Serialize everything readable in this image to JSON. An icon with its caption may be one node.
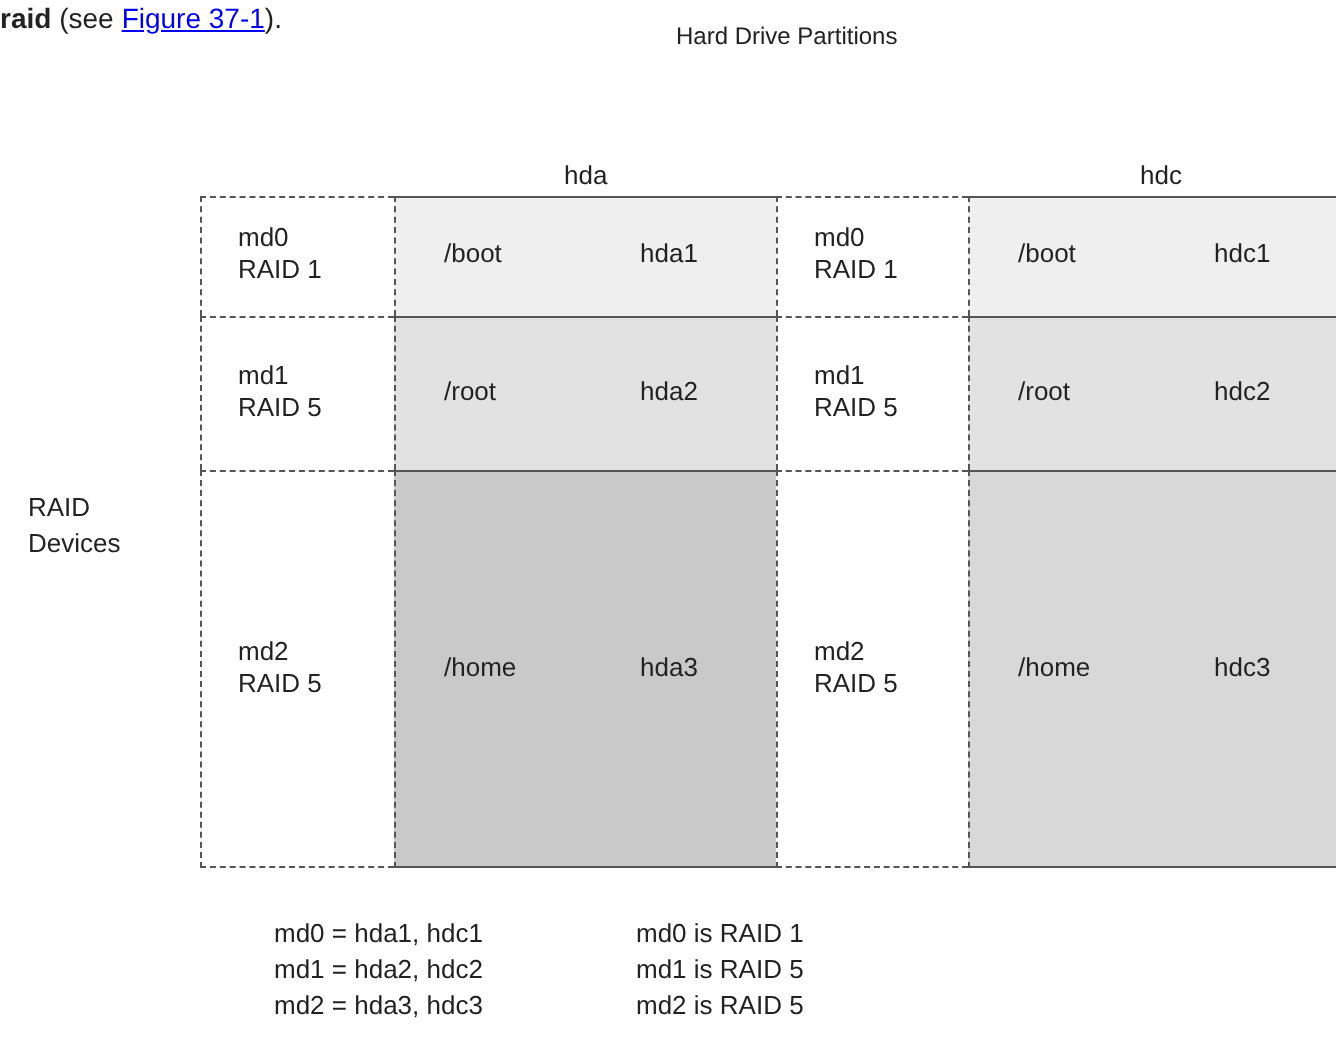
{
  "diagram": {
    "title": "Hard Drive Partitions",
    "nodes": [
      {
        "text": [
          "md0 RAID 1"
        ]
      },
      {
        "text": [
          "/boot",
          "hda1"
        ]
      },
      {
        "text": [
          "md0 RAID 1"
        ]
      },
      {
        "text": [
          "/boot",
          "hdc1"
        ]
      },
      {
        "text": [
          "md1 RAID 5"
        ]
      },
      {
        "text": [
          "/root",
          "hda2"
        ]
      },
      {
        "text": [
          "md1 RAID 5"
        ]
      },
      {
        "text": [
          "/root",
          "hdc2"
        ]
      },
      {
        "text": [
          "md2 RAID 5"
        ]
      },
      {
        "text": [
          "/home",
          "hda3"
        ]
      },
      {
        "text": [
          "md2 RAID 5"
        ]
      },
      {
        "text": [
          "/home",
          "hdc3"
        ]
      }
    ],
    "edges": [],
    "labels": [
      "**raid** (see",
      "Figure 37-1",
      ").",
      "hda",
      "hdc",
      "RAID Devices",
      "md0 = hda1, hdc1",
      "md0 is RAID 1",
      "md1 = hda2, hdc2",
      "md1 is RAID 5",
      "md2 = hda3, hdc3",
      "md2 is RAID 5"
    ]
  }
}
